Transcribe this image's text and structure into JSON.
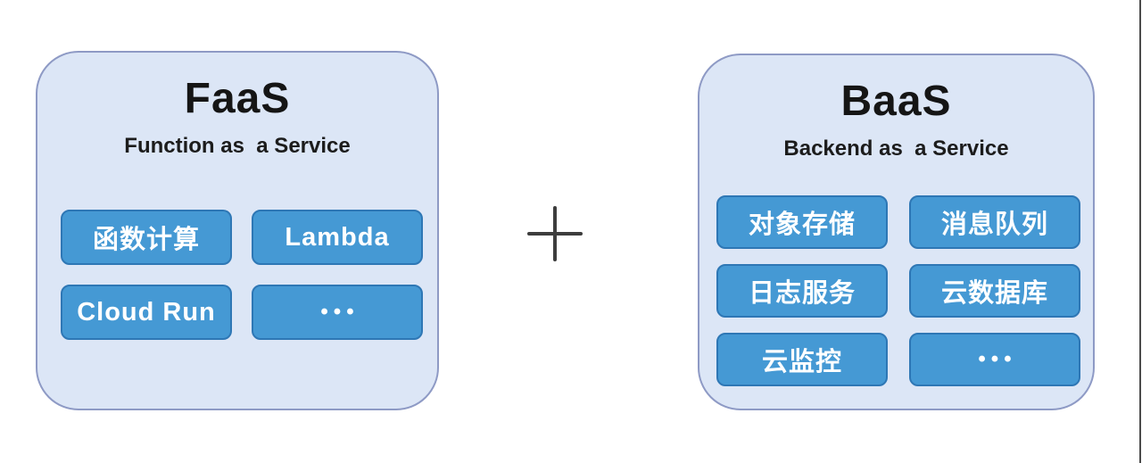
{
  "colors": {
    "panel_fill": "#dce6f6",
    "panel_border": "#8e9ac5",
    "chip_fill": "#4599d4",
    "chip_border": "#2e77b5",
    "chip_text": "#ffffff",
    "title_text": "#151515",
    "plus_color": "#3d3d3d",
    "edge_line_color": "#4a4a4a"
  },
  "plus": {
    "symbol": "+"
  },
  "faas_panel": {
    "title": "FaaS",
    "subtitle": "Function as  a Service",
    "chips": [
      {
        "label": "函数计算"
      },
      {
        "label": "Lambda"
      },
      {
        "label": "Cloud Run"
      },
      {
        "label": "•••"
      }
    ]
  },
  "baas_panel": {
    "title": "BaaS",
    "subtitle": "Backend as  a Service",
    "chips": [
      {
        "label": "对象存储"
      },
      {
        "label": "消息队列"
      },
      {
        "label": "日志服务"
      },
      {
        "label": "云数据库"
      },
      {
        "label": "云监控"
      },
      {
        "label": "•••"
      }
    ]
  }
}
